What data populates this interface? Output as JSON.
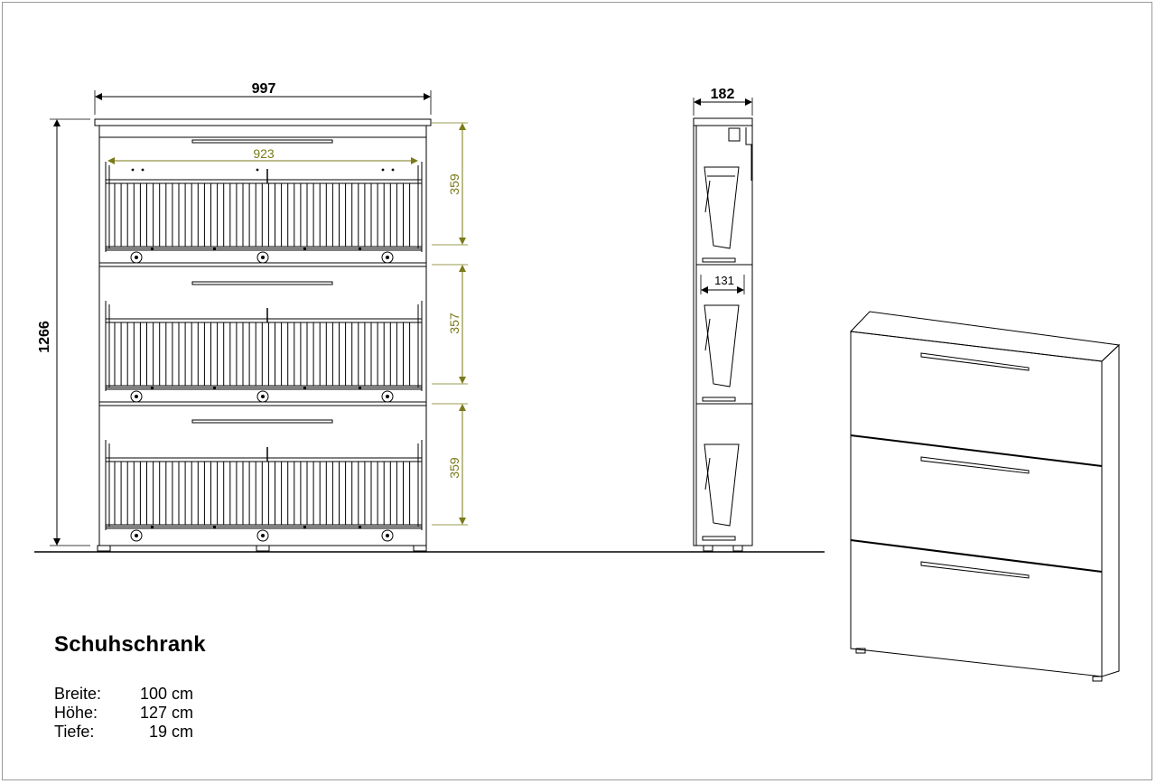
{
  "drawing": {
    "front_width": "997",
    "front_height": "1266",
    "inner_width": "923",
    "section_heights": [
      "359",
      "357",
      "359"
    ],
    "side_depth": "182",
    "side_inner": "131"
  },
  "colors": {
    "line": "#000000",
    "olive_dimension": "#7a7a1a",
    "frame": "#9a9a9a"
  },
  "info": {
    "title": "Schuhschrank",
    "specs": [
      {
        "label": "Breite:",
        "value": "100 cm"
      },
      {
        "label": "Höhe:",
        "value": "127 cm"
      },
      {
        "label": "Tiefe:",
        "value": "19 cm"
      }
    ]
  }
}
